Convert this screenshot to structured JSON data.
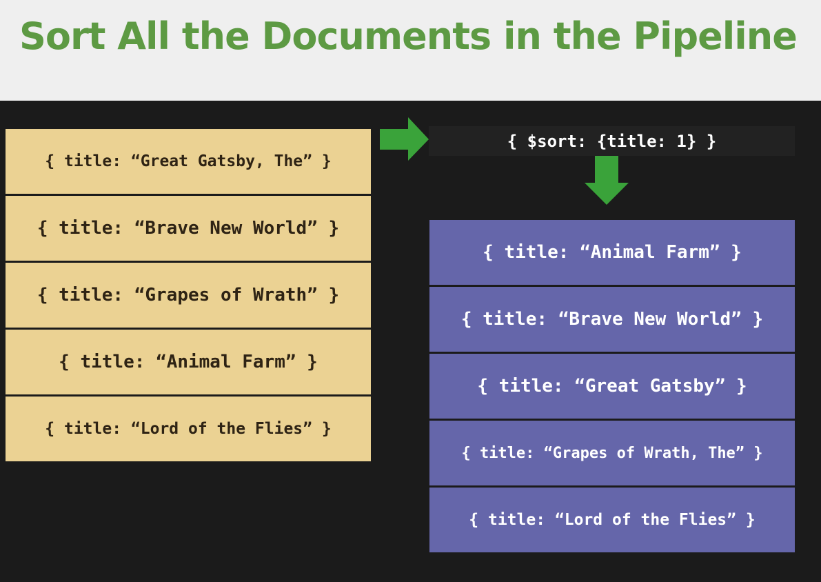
{
  "title": "Sort All the Documents in the Pipeline",
  "input_documents": [
    "{ title: “Great Gatsby, The” }",
    "{ title: “Brave New World” }",
    "{ title: “Grapes of Wrath” }",
    "{ title: “Animal Farm” }",
    "{ title: “Lord of the Flies” }"
  ],
  "stage": "{ $sort: {title: 1} }",
  "output_documents": [
    "{ title: “Animal Farm” }",
    "{ title: “Brave New World” }",
    "{ title: “Great Gatsby” }",
    "{ title: “Grapes of Wrath, The” }",
    "{ title: “Lord of the Flies” }"
  ],
  "colors": {
    "title": "#5d9a43",
    "input_box": "#ebd293",
    "output_box": "#6566aa",
    "arrow": "#3aa33a",
    "background": "#1b1b1b"
  }
}
